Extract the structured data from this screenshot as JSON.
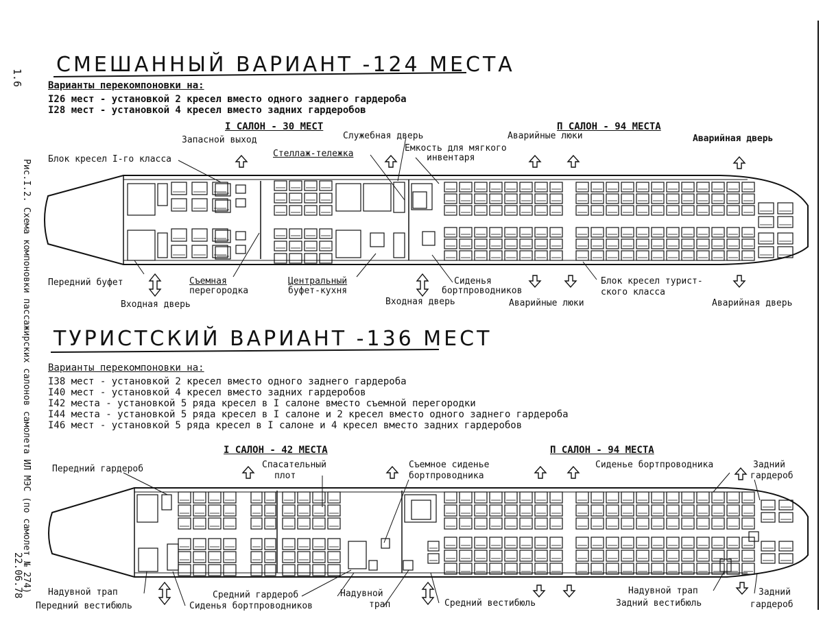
{
  "margin": {
    "page_number": "1.6",
    "figure_caption": "Рис.I.2. Схема компоновки пассажирских салонов самолета ИЛ МЭС (по самолет № 274)",
    "date": "22.06.78"
  },
  "mixed": {
    "title": "СМЕШАННЫЙ ВАРИАНТ -124 МЕСТА",
    "options_header": "Варианты перекомпоновки на:",
    "options": [
      "I26 мест - установкой 2 кресел вместо одного заднего гардероба",
      "I28 мест - установкой 4 кресел вместо задних гардеробов"
    ],
    "cabin1": "I САЛОН - 30 МЕСТ",
    "cabin2": "П САЛОН - 94 МЕСТА",
    "labels": {
      "spare_exit": "Запасной выход",
      "service_door": "Служебная дверь",
      "soft_inventory_1": "Емкость для мягкого",
      "soft_inventory_2": "инвентаря",
      "emergency_hatches_top": "Аварийные люки",
      "emergency_door_top": "Аварийная дверь",
      "first_class_block": "Блок кресел I-го класса",
      "trolley_rack": "Стеллаж-тележка",
      "front_buffet": "Передний буфет",
      "removable_partition_1": "Съемная",
      "removable_partition_2": "перегородка",
      "central_buffet_1": "Центральный",
      "central_buffet_2": "буфет-кухня",
      "attendant_seat_1": "Сиденья",
      "attendant_seat_2": "бортпроводников",
      "tourist_block_1": "Блок кресел турист-",
      "tourist_block_2": "ского класса",
      "entry_door_1": "Входная дверь",
      "entry_door_2": "Входная дверь",
      "emergency_hatches_bottom": "Аварийные люки",
      "emergency_door_bottom": "Аварийная дверь"
    }
  },
  "tourist": {
    "title": "ТУРИСТСКИЙ ВАРИАНТ -136 МЕСТ",
    "options_header": "Варианты перекомпоновки на:",
    "options": [
      "I38 мест - установкой 2 кресел вместо одного заднего гардероба",
      "I40 мест - установкой 4 кресел вместо задних гардеробов",
      "I42 места - установкой 5 ряда кресел в I салоне вместо съемной перегородки",
      "I44 места - установкой 5 ряда кресел в I салоне и 2 кресел вместо одного заднего гардероба",
      "I46 мест - установкой 5 ряда кресел в I салоне и 4 кресел вместо задних гардеробов"
    ],
    "cabin1": "I САЛОН - 42 МЕСТА",
    "cabin2": "П САЛОН - 94 МЕСТА",
    "labels": {
      "front_wardrobe": "Передний гардероб",
      "life_raft_1": "Спасательный",
      "life_raft_2": "плот",
      "removable_seat_1": "Съемное сиденье",
      "removable_seat_2": "бортпроводника",
      "attendant_seat": "Сиденье бортпроводника",
      "rear_wardrobe_top_1": "Задний",
      "rear_wardrobe_top_2": "гардероб",
      "inflatable_ladder_1": "Надувной трап",
      "front_vestibule": "Передний вестибюль",
      "middle_wardrobe": "Средний гардероб",
      "attendant_seats": "Сиденья бортпроводников",
      "inflatable_ladder_2a": "Надувной",
      "inflatable_ladder_2b": "трап",
      "middle_vestibule": "Средний вестибюль",
      "inflatable_ladder_3": "Надувной трап",
      "rear_vestibule": "Задний вестибюль",
      "rear_wardrobe_bottom_1": "Задний",
      "rear_wardrobe_bottom_2": "гардероб"
    }
  }
}
